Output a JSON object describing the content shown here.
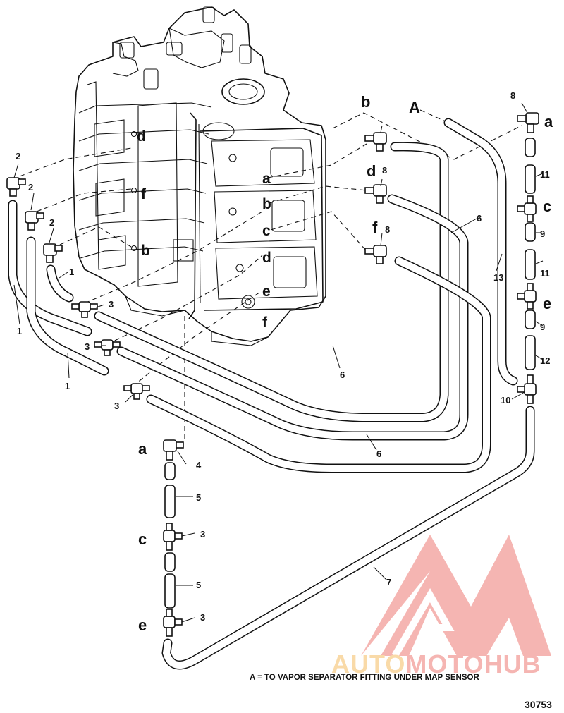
{
  "note": "A = TO VAPOR SEPARATOR FITTING UNDER MAP SENSOR",
  "figure_number": "30753",
  "watermark": {
    "part1": "AUTO",
    "part2": "MOTO",
    "part3": "HUB",
    "color_primary": "#f4a9a5",
    "color_secondary": "#f9d49a"
  },
  "letters": {
    "a": "a",
    "b": "b",
    "c": "c",
    "d": "d",
    "e": "e",
    "f": "f",
    "A": "A"
  },
  "callouts": [
    "1",
    "2",
    "3",
    "4",
    "5",
    "6",
    "7",
    "8",
    "9",
    "10",
    "11",
    "12",
    "13"
  ]
}
